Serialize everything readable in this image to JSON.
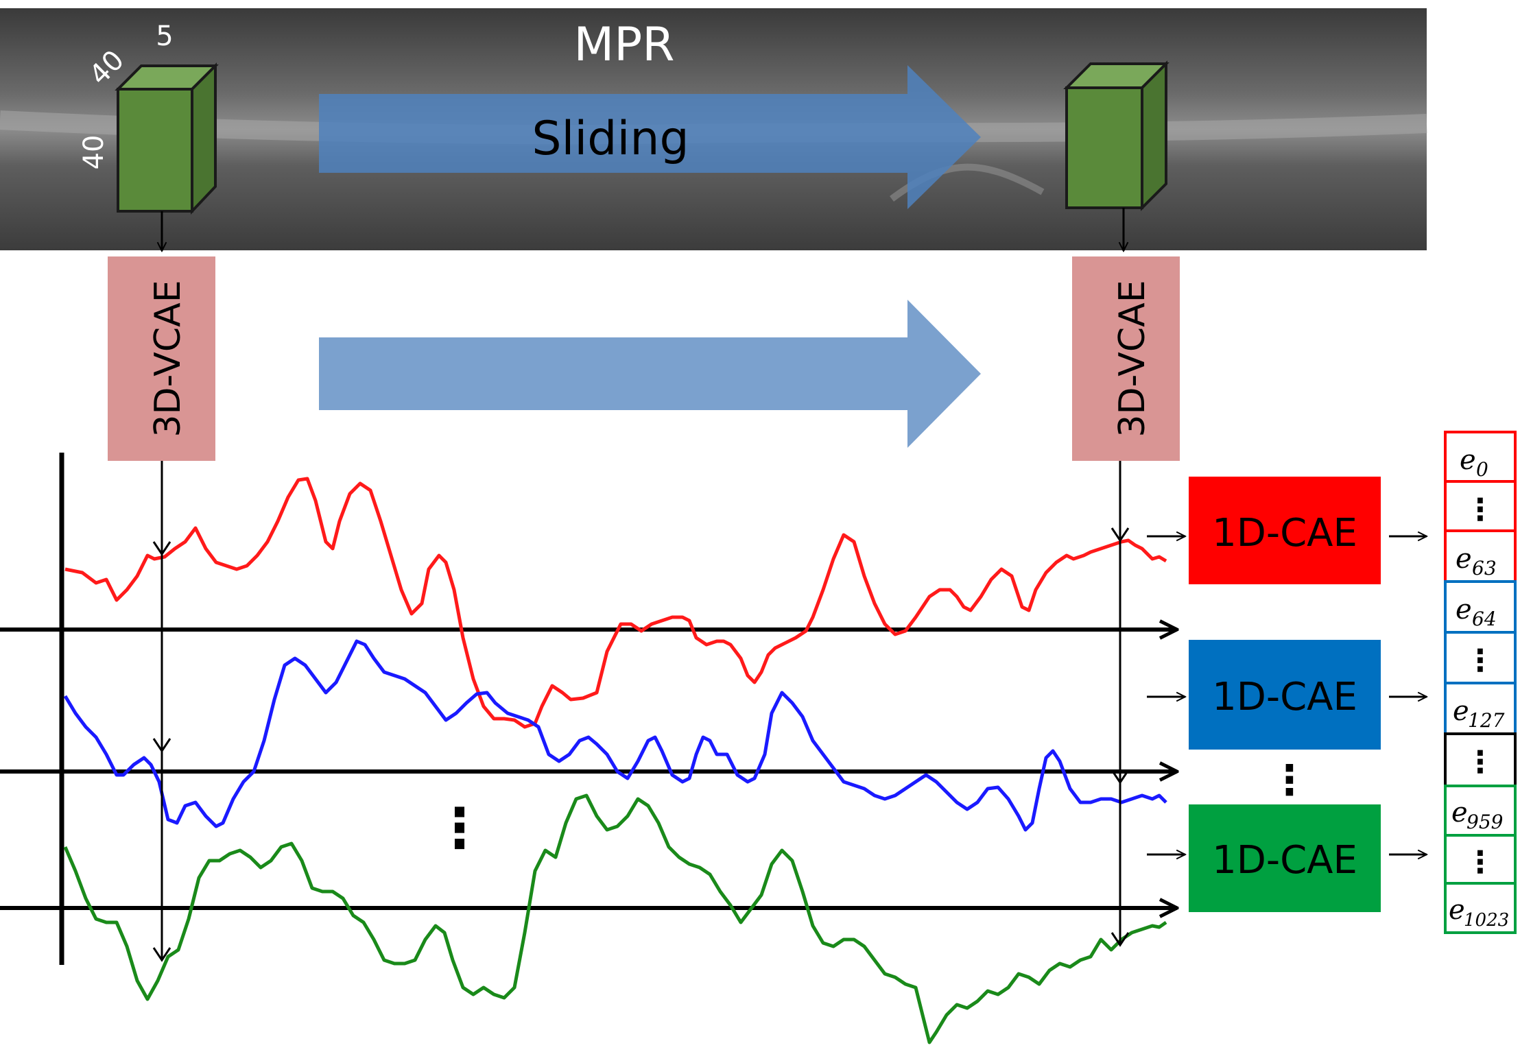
{
  "mpr_label": "MPR",
  "sliding_label": "Sliding",
  "cube_dims": {
    "depth": "5",
    "width": "40",
    "height": "40"
  },
  "encoder_3d_label": "3D-VCAE",
  "encoder_1d_label": "1D-CAE",
  "ellipsis": "⋮",
  "colors": {
    "red": "#ff0000",
    "blue": "#0070c0",
    "green": "#00a040",
    "curve_red": "#ff1a1a",
    "curve_blue": "#1a1aff",
    "curve_green": "#1a8a1a",
    "cube": "#5a8a3a",
    "encoder_3d_fill": "#d99594",
    "arrow_fill": "#4f81bd"
  },
  "feature_groups": [
    {
      "color": "red",
      "first": {
        "base": "e",
        "sub": "0"
      },
      "last": {
        "base": "e",
        "sub": "63"
      }
    },
    {
      "color": "blue",
      "first": {
        "base": "e",
        "sub": "64"
      },
      "last": {
        "base": "e",
        "sub": "127"
      }
    },
    {
      "color": "green",
      "first": {
        "base": "e",
        "sub": "959"
      },
      "last": {
        "base": "e",
        "sub": "1023"
      }
    }
  ]
}
